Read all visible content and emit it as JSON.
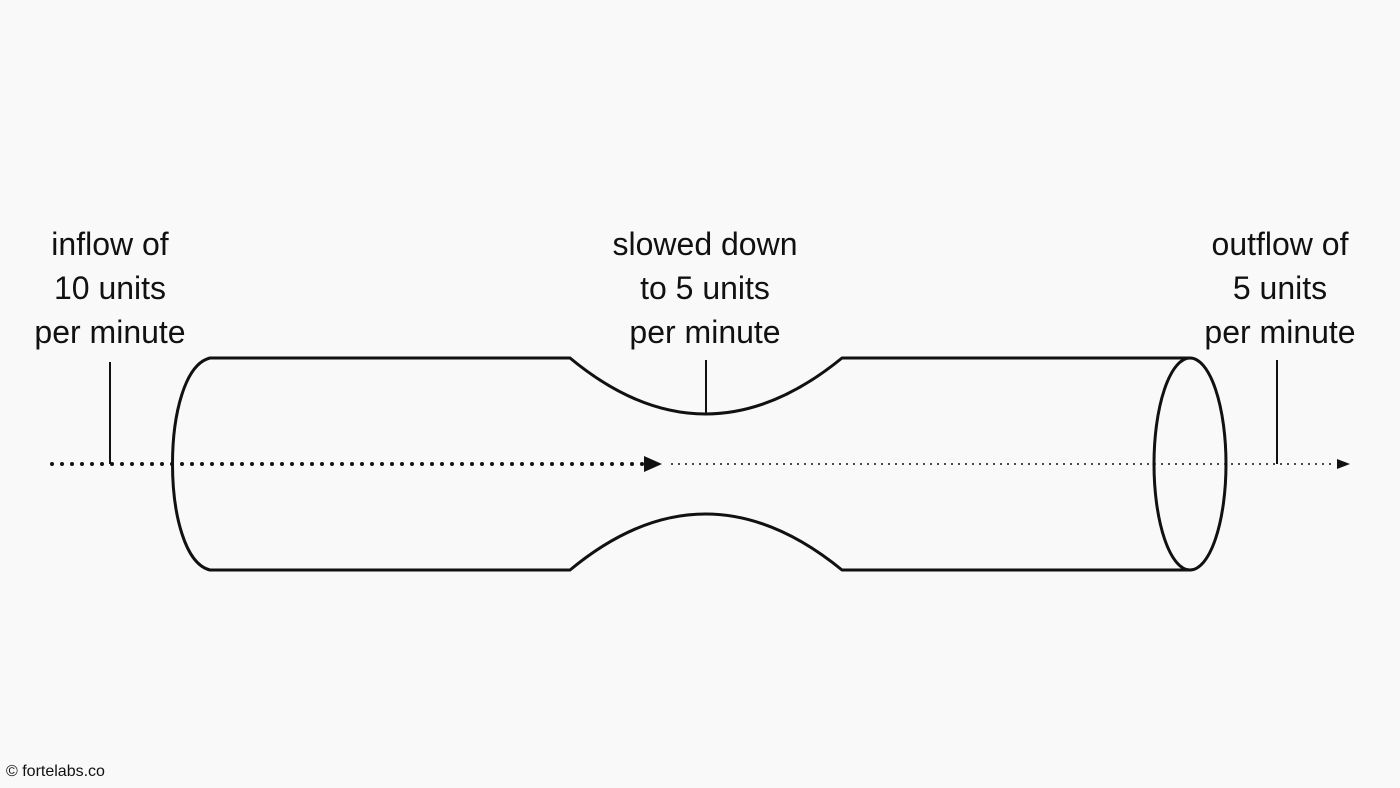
{
  "labels": {
    "inflow": "inflow of\n10 units\nper minute",
    "slowed": "slowed down\nto 5 units\nper minute",
    "outflow": "outflow of\n5 units\nper minute"
  },
  "credit": "© fortelabs.co",
  "colors": {
    "background": "#f9f9f9",
    "line": "#111111"
  }
}
